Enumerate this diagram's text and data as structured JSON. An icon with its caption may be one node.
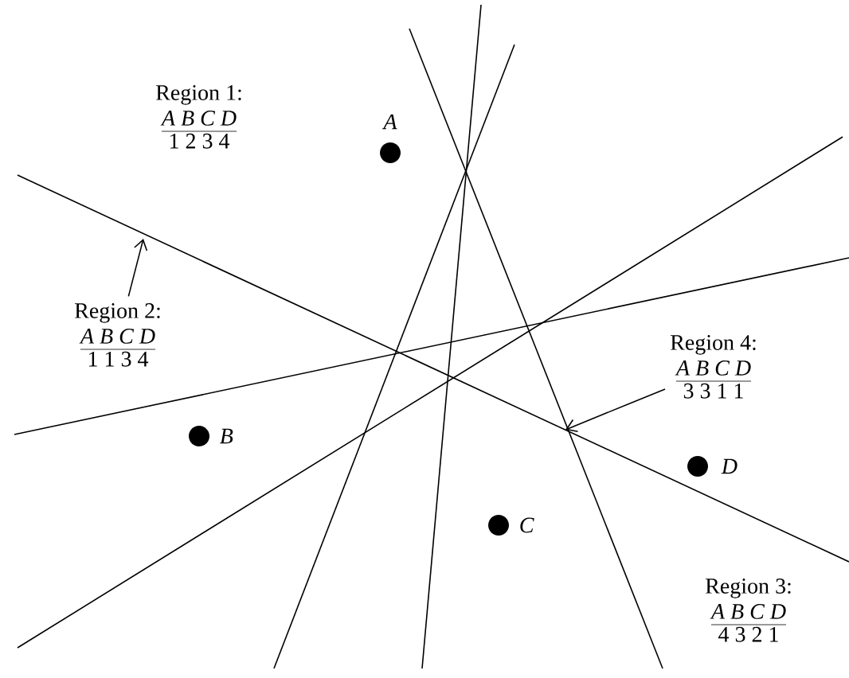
{
  "diagram": {
    "nodes": [
      {
        "text": [
          "Region 2:",
          "A B C D",
          "1 1 3 4"
        ]
      },
      {
        "text": [
          "Region 4:",
          "A B C D",
          "3 3 1 1"
        ]
      },
      {
        "text": [],
        "shape": "circle",
        "beside": [
          "A"
        ]
      },
      {
        "text": [],
        "shape": "circle",
        "beside": [
          "B"
        ]
      },
      {
        "text": [],
        "shape": "circle",
        "beside": [
          "C"
        ]
      },
      {
        "text": [],
        "shape": "circle",
        "beside": [
          "D"
        ]
      }
    ],
    "edges": [
      {
        "from": 0,
        "to": null,
        "arrow": "to"
      },
      {
        "from": 1,
        "to": null,
        "arrow": "to"
      }
    ],
    "labels": [
      "Region 1:",
      "A B C D",
      "1 2 3 4",
      "Region 3:",
      "A B C D",
      "4 3 2 1"
    ]
  }
}
